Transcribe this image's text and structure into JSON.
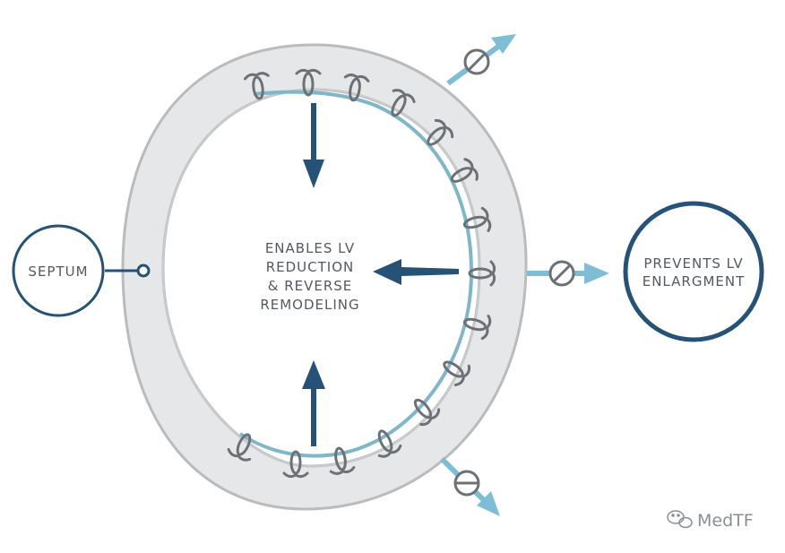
{
  "labels": {
    "septum": "SEPTUM",
    "center_line1": "ENABLES LV",
    "center_line2": "REDUCTION",
    "center_line3": "& REVERSE",
    "center_line4": "REMODELING",
    "prevents_line1": "PREVENTS LV",
    "prevents_line2": "ENLARGMENT"
  },
  "watermark": {
    "text": "MedTF",
    "icon": "wechat-icon"
  },
  "colors": {
    "wall_fill": "#e6e7e8",
    "wall_stroke": "#b9bbbd",
    "band": "#7fb6c9",
    "dark_blue": "#255276",
    "light_blue": "#7ebdd3",
    "suture": "#6d7176"
  },
  "icons": {
    "blocked_arrow": "prohibited-sign-icon",
    "inward_arrow": "arrow-icon",
    "suture": "suture-icon"
  }
}
